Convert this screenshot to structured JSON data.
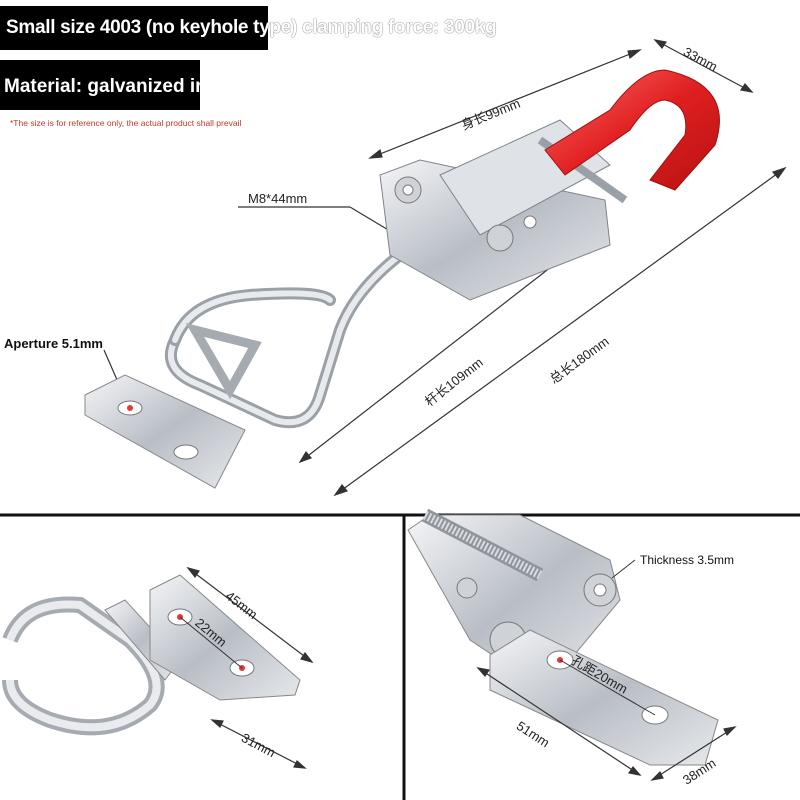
{
  "header": {
    "title": "Small size 4003 (no keyhole type) clamping force: 300kg",
    "material": "Material: galvanized iron",
    "note": "*The size is for reference only, the actual product shall prevail"
  },
  "main": {
    "body_length": "身长99mm",
    "width": "33mm",
    "screw": "M8*44mm",
    "aperture": "Aperture 5.1mm",
    "rod_length": "杆长109mm",
    "total_length": "总长180mm"
  },
  "detail_left": {
    "length": "45mm",
    "hole_spacing": "22mm",
    "width": "31mm"
  },
  "detail_right": {
    "thickness": "Thickness 3.5mm",
    "hole_spacing": "孔距20mm",
    "length": "51mm",
    "width": "38mm"
  },
  "colors": {
    "handle": "#e53935",
    "steel": "#c8ccd2",
    "text_accent": "#c0392b"
  }
}
